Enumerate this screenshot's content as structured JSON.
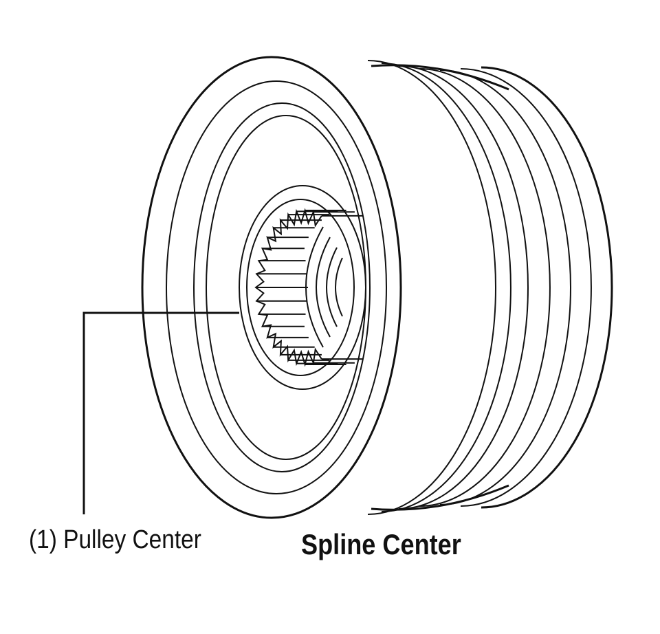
{
  "diagram": {
    "subject": "pulley",
    "callout_label": "(1) Pulley Center",
    "caption": "Spline Center",
    "line_color": "#111111"
  }
}
